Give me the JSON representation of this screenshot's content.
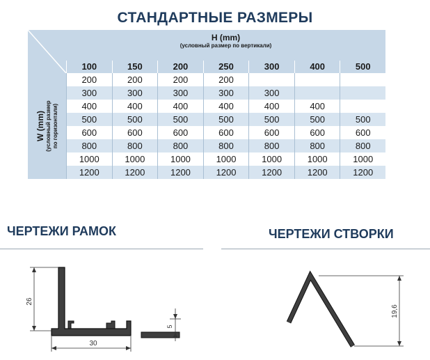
{
  "title": "СТАНДАРТНЫЕ РАЗМЕРЫ",
  "table": {
    "h_label": "H (mm)",
    "h_sub": "(условный размер по вертикали)",
    "w_label": "W (mm)",
    "w_sub_1": "(условный размер",
    "w_sub_2": "по горизонтали)",
    "columns": [
      "100",
      "150",
      "200",
      "250",
      "300",
      "400",
      "500"
    ],
    "rows": [
      [
        "200",
        "200",
        "200",
        "200",
        "",
        "",
        ""
      ],
      [
        "300",
        "300",
        "300",
        "300",
        "300",
        "",
        ""
      ],
      [
        "400",
        "400",
        "400",
        "400",
        "400",
        "400",
        ""
      ],
      [
        "500",
        "500",
        "500",
        "500",
        "500",
        "500",
        "500"
      ],
      [
        "600",
        "600",
        "600",
        "600",
        "600",
        "600",
        "600"
      ],
      [
        "800",
        "800",
        "800",
        "800",
        "800",
        "800",
        "800"
      ],
      [
        "1000",
        "1000",
        "1000",
        "1000",
        "1000",
        "1000",
        "1000"
      ],
      [
        "1200",
        "1200",
        "1200",
        "1200",
        "1200",
        "1200",
        "1200"
      ]
    ]
  },
  "frames_title": "ЧЕРТЕЖИ РАМОК",
  "sash_title": "ЧЕРТЕЖИ СТВОРКИ",
  "dims": {
    "frame_height": "26",
    "frame_width": "30",
    "lip_height": "5",
    "sash_height": "19,6"
  }
}
